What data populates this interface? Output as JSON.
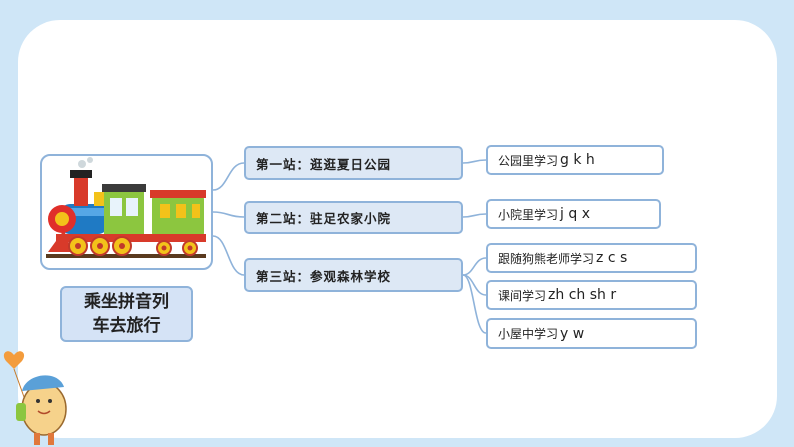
{
  "title": "乘坐拼音列车去旅行",
  "title_lines": [
    "乘坐拼音列",
    "车去旅行"
  ],
  "stations": [
    {
      "label": "第一站：逛逛夏日公园",
      "activities": [
        {
          "text": "公园里学习",
          "pinyin": "g k h"
        }
      ]
    },
    {
      "label": "第二站：驻足农家小院",
      "activities": [
        {
          "text": "小院里学习",
          "pinyin": "j q x"
        }
      ]
    },
    {
      "label": "第三站：参观森林学校",
      "activities": [
        {
          "text": "跟随狗熊老师学习",
          "pinyin": "z c s"
        },
        {
          "text": "课间学习",
          "pinyin": "zh ch sh r"
        },
        {
          "text": "小屋中学习",
          "pinyin": "y w"
        }
      ]
    }
  ],
  "colors": {
    "background": "#cfe6f7",
    "node_fill": "#dde8f5",
    "node_border": "#8fb3da",
    "connector": "#8fb3da"
  },
  "icons": [
    "train-illustration",
    "cartoon-child-with-balloon"
  ]
}
